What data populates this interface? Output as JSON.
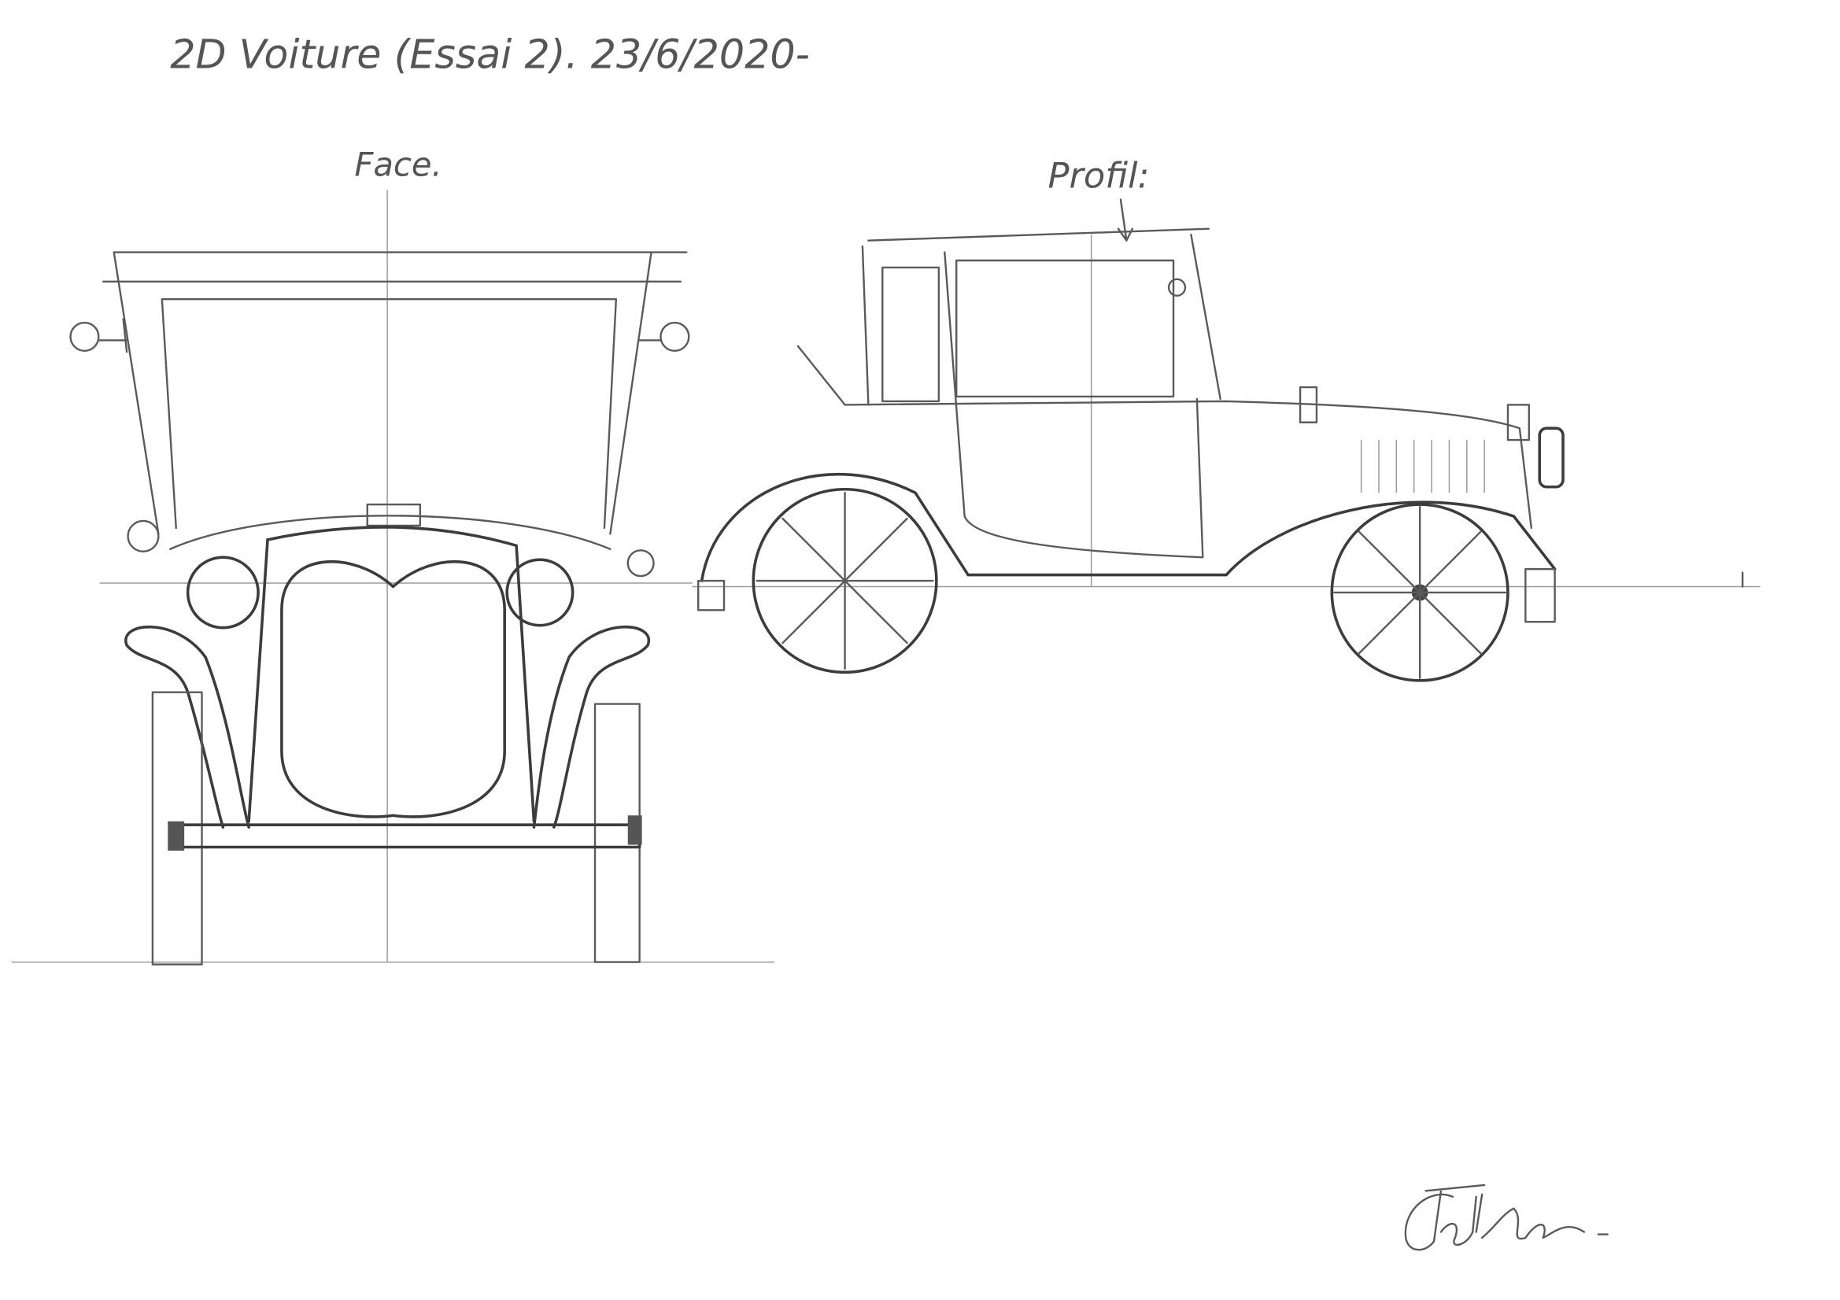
{
  "title": "2D Voiture (Essai 2). 23/6/2020-",
  "views": {
    "front_label": "Face.",
    "side_label": "Profil:"
  },
  "signature": "Jelli 2020-",
  "colors": {
    "paper": "#ffffff",
    "pencil": "#5a5a5a"
  }
}
